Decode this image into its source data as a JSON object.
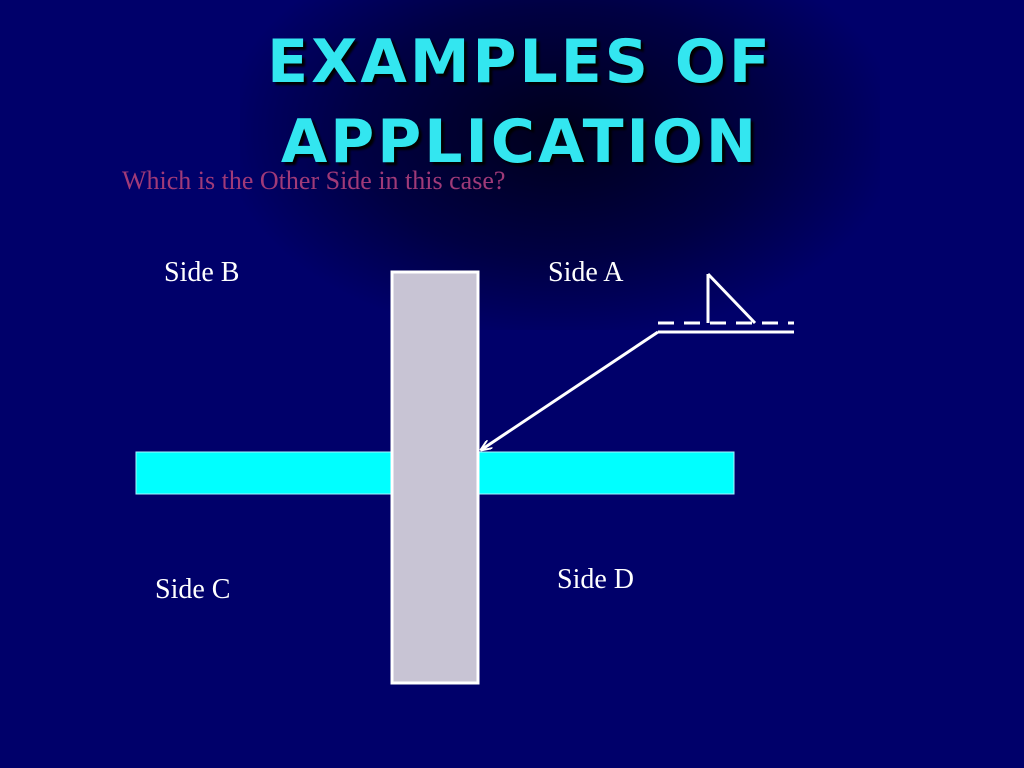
{
  "slide": {
    "title": "EXAMPLES OF APPLICATION",
    "question": "Which is the Other Side in this case?",
    "labels": {
      "side_a": "Side A",
      "side_b": "Side B",
      "side_c": "Side C",
      "side_d": "Side D"
    },
    "colors": {
      "background": "#00006a",
      "title": "#33e6f0",
      "question": "#a03a78",
      "horizontal_plate": "#00ffff",
      "vertical_plate": "#c8c4d4",
      "lines": "#ffffff"
    },
    "symbols": {
      "weld_symbol": "fillet-weld-symbol",
      "arrow": "leader-arrow-icon"
    }
  }
}
